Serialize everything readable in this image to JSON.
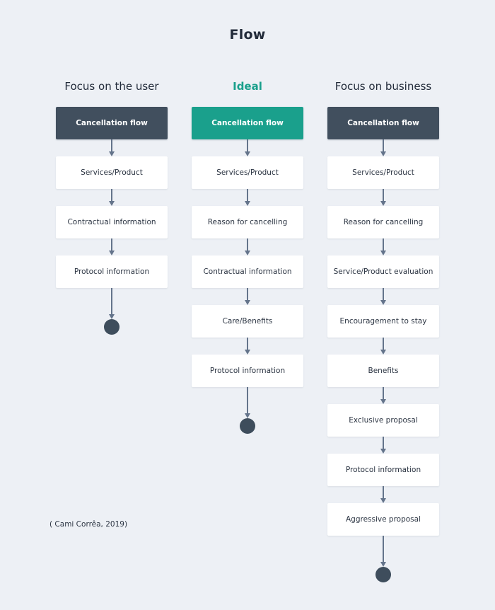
{
  "title": "Flow",
  "credit": "( Cami Corrêa, 2019)",
  "colors": {
    "background": "#edf0f5",
    "node_bg": "#ffffff",
    "node_text": "#2b3442",
    "start_dark": "#414f5e",
    "accent_teal": "#1aa08c",
    "arrow": "#64748b",
    "terminal": "#3e4d5c",
    "title_text": "#222b3a"
  },
  "columns": [
    {
      "header": "Focus on the user",
      "header_accent": false,
      "start": {
        "label": "Cancellation flow",
        "style": "dark"
      },
      "steps": [
        "Services/Product",
        "Contractual information",
        "Protocol information"
      ],
      "terminal": "end-node"
    },
    {
      "header": "Ideal",
      "header_accent": true,
      "start": {
        "label": "Cancellation flow",
        "style": "teal"
      },
      "steps": [
        "Services/Product",
        "Reason for cancelling",
        "Contractual information",
        "Care/Benefits",
        "Protocol information"
      ],
      "terminal": "end-node"
    },
    {
      "header": "Focus on business",
      "header_accent": false,
      "start": {
        "label": "Cancellation flow",
        "style": "dark"
      },
      "steps": [
        "Services/Product",
        "Reason for cancelling",
        "Service/Product evaluation",
        "Encouragement to stay",
        "Benefits",
        "Exclusive proposal",
        "Protocol information",
        "Aggressive proposal"
      ],
      "terminal": "end-node"
    }
  ]
}
